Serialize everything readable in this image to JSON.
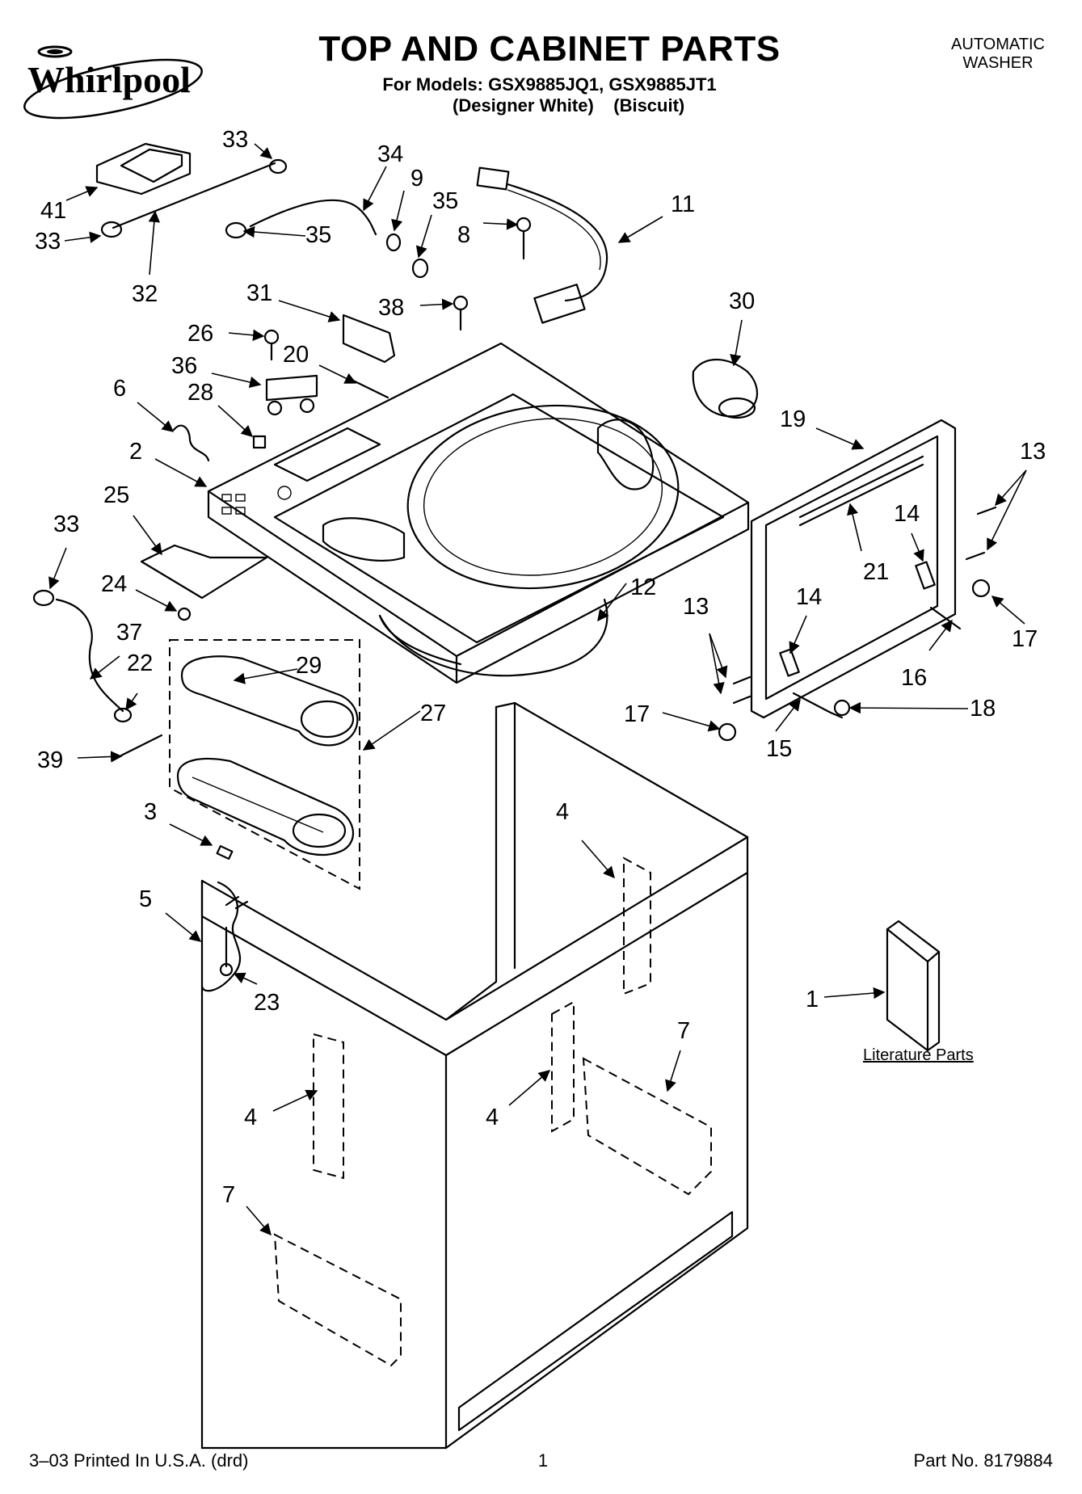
{
  "header": {
    "brand": "Whirlpool",
    "title": "TOP AND CABINET PARTS",
    "models": "For Models: GSX9885JQ1, GSX9885JT1",
    "finish_1": "(Designer White)",
    "finish_2": "(Biscuit)",
    "product_line_1": "AUTOMATIC",
    "product_line_2": "WASHER"
  },
  "literature_label": "Literature Parts",
  "callouts": [
    {
      "id": "c33a",
      "text": "33"
    },
    {
      "id": "c41",
      "text": "41"
    },
    {
      "id": "c33b",
      "text": "33"
    },
    {
      "id": "c32",
      "text": "32"
    },
    {
      "id": "c34",
      "text": "34"
    },
    {
      "id": "c9",
      "text": "9"
    },
    {
      "id": "c35a",
      "text": "35"
    },
    {
      "id": "c35b",
      "text": "35"
    },
    {
      "id": "c8",
      "text": "8"
    },
    {
      "id": "c11",
      "text": "11"
    },
    {
      "id": "c31",
      "text": "31"
    },
    {
      "id": "c38",
      "text": "38"
    },
    {
      "id": "c30",
      "text": "30"
    },
    {
      "id": "c26",
      "text": "26"
    },
    {
      "id": "c20",
      "text": "20"
    },
    {
      "id": "c36",
      "text": "36"
    },
    {
      "id": "c6",
      "text": "6"
    },
    {
      "id": "c28",
      "text": "28"
    },
    {
      "id": "c19",
      "text": "19"
    },
    {
      "id": "c13a",
      "text": "13"
    },
    {
      "id": "c2",
      "text": "2"
    },
    {
      "id": "c25",
      "text": "25"
    },
    {
      "id": "c14a",
      "text": "14"
    },
    {
      "id": "c21",
      "text": "21"
    },
    {
      "id": "c33c",
      "text": "33"
    },
    {
      "id": "c24",
      "text": "24"
    },
    {
      "id": "c12",
      "text": "12"
    },
    {
      "id": "c13b",
      "text": "13"
    },
    {
      "id": "c14b",
      "text": "14"
    },
    {
      "id": "c17a",
      "text": "17"
    },
    {
      "id": "c37",
      "text": "37"
    },
    {
      "id": "c29",
      "text": "29"
    },
    {
      "id": "c22",
      "text": "22"
    },
    {
      "id": "c16",
      "text": "16"
    },
    {
      "id": "c27",
      "text": "27"
    },
    {
      "id": "c17b",
      "text": "17"
    },
    {
      "id": "c18",
      "text": "18"
    },
    {
      "id": "c39",
      "text": "39"
    },
    {
      "id": "c15",
      "text": "15"
    },
    {
      "id": "c3",
      "text": "3"
    },
    {
      "id": "c4a",
      "text": "4"
    },
    {
      "id": "c5",
      "text": "5"
    },
    {
      "id": "c23",
      "text": "23"
    },
    {
      "id": "c1",
      "text": "1"
    },
    {
      "id": "c7a",
      "text": "7"
    },
    {
      "id": "c4b",
      "text": "4"
    },
    {
      "id": "c4c",
      "text": "4"
    },
    {
      "id": "c7b",
      "text": "7"
    }
  ],
  "footer": {
    "printed": "3–03 Printed In U.S.A. (drd)",
    "page": "1",
    "part_no": "Part No. 8179884"
  }
}
